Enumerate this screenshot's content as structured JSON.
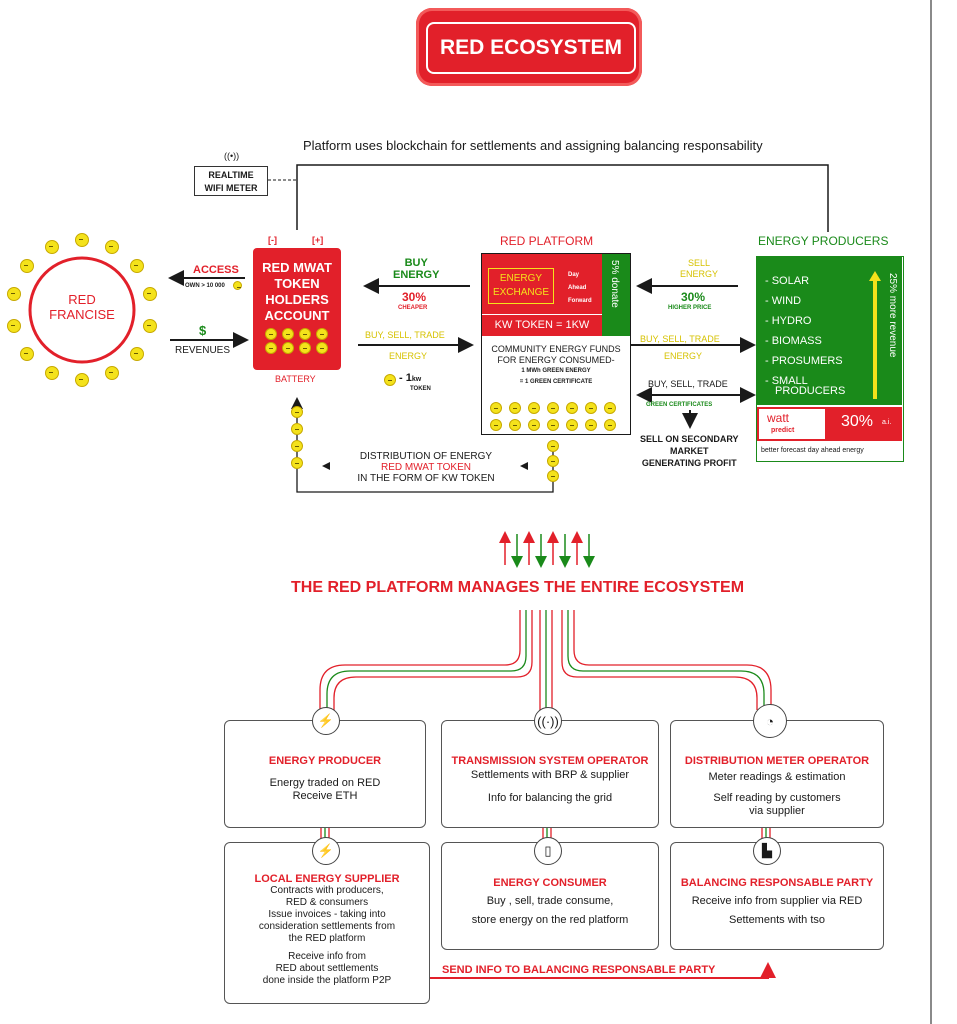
{
  "header": {
    "title": "RED ECOSYSTEM"
  },
  "banner": "Platform uses blockchain for settlements and assigning balancing responsability",
  "meter": {
    "line1": "REALTIME",
    "line2": "WIFI METER"
  },
  "franchise": {
    "line1": "RED",
    "line2": "FRANCISE"
  },
  "access": {
    "label": "ACCESS",
    "sub": "OWN > 10 000"
  },
  "revenues": {
    "symbol": "$",
    "label": "REVENUES"
  },
  "token_account": {
    "neg": "[-]",
    "pos": "[+]",
    "line1": "RED MWAT",
    "line2": "TOKEN",
    "line3": "HOLDERS",
    "line4": "ACCOUNT",
    "caption": "BATTERY"
  },
  "buy_energy": {
    "label1": "BUY",
    "label2": "ENERGY",
    "pct": "30%",
    "sub": "CHEAPER"
  },
  "trade_left": {
    "label1": "BUY, SELL, TRADE",
    "label2": "ENERGY",
    "token_note": "1",
    "token_unit": "kw",
    "token_word": "TOKEN"
  },
  "platform": {
    "title": "RED PLATFORM",
    "exchange1": "ENERGY",
    "exchange2": "EXCHANGE",
    "opt1": "Day",
    "opt2": "Ahead",
    "opt3": "Forward",
    "donate": "5% donate",
    "kw_token": "KW TOKEN = 1KW",
    "funds1": "COMMUNITY ENERGY FUNDS",
    "funds2": "FOR ENERGY CONSUMED-",
    "funds3": "1 MWh GREEN ENERGY",
    "funds4": "= 1 GREEN CERTIFICATE"
  },
  "sell_energy": {
    "label1": "SELL",
    "label2": "ENERGY",
    "pct": "30%",
    "sub": "HIGHER PRICE"
  },
  "trade_right": {
    "label1": "BUY, SELL, TRADE",
    "label2": "ENERGY"
  },
  "certificates": {
    "label1": "BUY, SELL, TRADE",
    "label2": "GREEN CERTIFICATES"
  },
  "secondary": {
    "line1": "SELL ON SECONDARY",
    "line2": "MARKET",
    "line3": "GENERATING PROFIT"
  },
  "producers": {
    "title": "ENERGY PRODUCERS",
    "items": [
      "- SOLAR",
      "- WIND",
      "- HYDRO",
      "- BIOMASS",
      "- PROSUMERS",
      "- SMALL",
      "PRODUCERS"
    ],
    "revenue": "25% more revenue",
    "watt": "watt",
    "predict": "predict",
    "ai_pct": "30%",
    "ai": "a.i.",
    "caption": "better forecast day ahead energy"
  },
  "distribution": {
    "line1": "DISTRIBUTION OF ENERGY",
    "line2": "RED MWAT TOKEN",
    "line3": "IN THE FORM OF KW TOKEN"
  },
  "manages": "THE RED PLATFORM MANAGES THE ENTIRE ECOSYSTEM",
  "cards": {
    "producer": {
      "title": "ENERGY PRODUCER",
      "l1": "Energy traded on RED",
      "l2": "Receive ETH"
    },
    "tso": {
      "title": "TRANSMISSION SYSTEM OPERATOR",
      "l1": "Settlements with BRP & supplier",
      "l2": "Info for balancing the grid"
    },
    "dmo": {
      "title": "DISTRIBUTION METER OPERATOR",
      "l1": "Meter readings & estimation",
      "l2": "Self reading by customers",
      "l3": "via supplier"
    },
    "supplier": {
      "title": "LOCAL ENERGY SUPPLIER",
      "l1": "Contracts with producers,",
      "l2": "RED & consumers",
      "l3": "Issue invoices - taking into",
      "l4": "consideration settlements from",
      "l5": "the RED platform",
      "l6": "Receive info from",
      "l7": "RED about settlements",
      "l8": "done inside the platform P2P"
    },
    "consumer": {
      "title": "ENERGY CONSUMER",
      "l1": "Buy , sell, trade consume,",
      "l2": "store energy on the red platform"
    },
    "brp": {
      "title": "BALANCING RESPONSABLE PARTY",
      "l1": "Receive info from supplier via RED",
      "l2": "Settements with tso"
    }
  },
  "send_info": "SEND INFO TO BALANCING RESPONSABLE PARTY",
  "icons": [
    "lightning-icon",
    "radio-tower-icon",
    "gauge-icon",
    "lightning-icon",
    "phone-icon",
    "factory-icon"
  ],
  "colors": {
    "red": "#e2202a",
    "green": "#1a8a1a",
    "yellow": "#f4e21b"
  }
}
